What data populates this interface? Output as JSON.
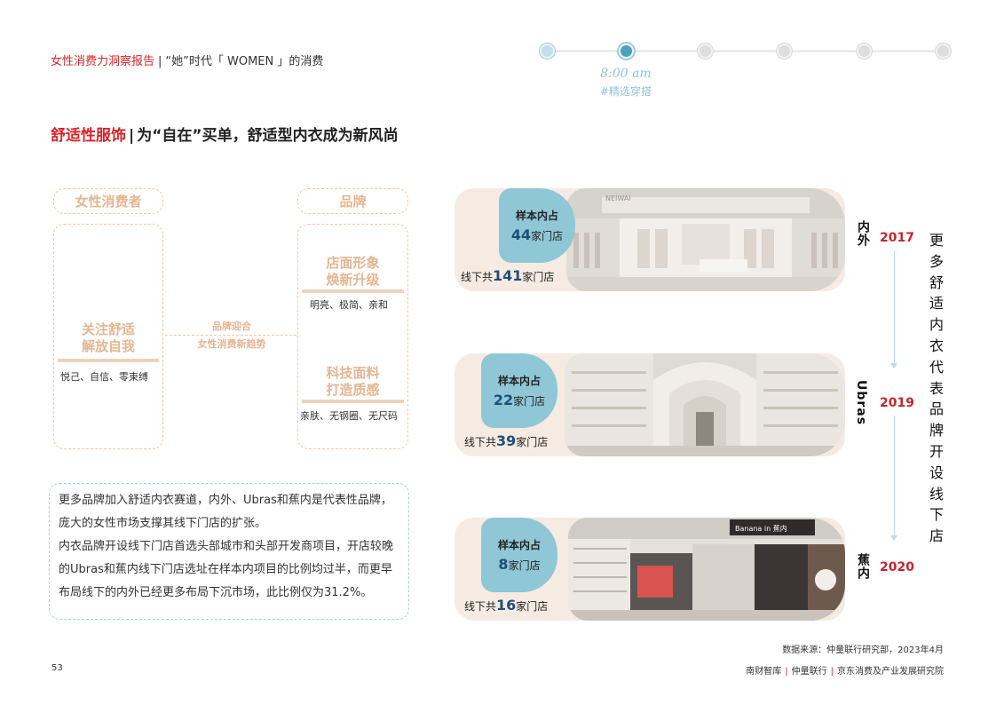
{
  "header": {
    "report": "女性消费力洞察报告",
    "separator": "|",
    "subtitle": "“她”时代「 WOMEN 」的消费"
  },
  "timeline": {
    "time": "8:00 am",
    "tag": "#精选穿搭"
  },
  "title": {
    "highlight": "舒适性服饰",
    "separator": "|",
    "text": "为“自在”买单，舒适型内衣成为新风尚"
  },
  "diagram": {
    "consumer_head": "女性消费者",
    "brand_head": "品牌",
    "consumer_main": [
      "关注舒适",
      "解放自我"
    ],
    "consumer_desc": "悦己、自信、零束缚",
    "middle": [
      "品牌迎合",
      "女性消费新趋势"
    ],
    "brand_item1": [
      "店面形象",
      "焕新升级"
    ],
    "brand_item1_desc": "明亮、极简、亲和",
    "brand_item2": [
      "科技面料",
      "打造质感"
    ],
    "brand_item2_desc": "亲肤、无钢圈、无尺码"
  },
  "summary": {
    "p1": "更多品牌加入舒适内衣赛道，内外、Ubras和蕉内是代表性品牌，庞大的女性市场支撑其线下门店的扩张。",
    "p2": "内衣品牌开设线下门店首选头部城市和头部开发商项目，开店较晚的Ubras和蕉内线下门店选址在样本内项目的比例均过半，而更早布局线下的内外已经更多布局下沉市场，此比例仅为31.2%。"
  },
  "brands": [
    {
      "name": "内外",
      "year": "2017",
      "sample_label": "样本内占",
      "sample_num": "44",
      "unit": "家门店",
      "offline_prefix": "线下共",
      "offline_num": "141",
      "store_sign": "NEIWAI"
    },
    {
      "name": "Ubras",
      "year": "2019",
      "sample_label": "样本内占",
      "sample_num": "22",
      "unit": "家门店",
      "offline_prefix": "线下共",
      "offline_num": "39"
    },
    {
      "name": "蕉内",
      "year": "2020",
      "sample_label": "样本内占",
      "sample_num": "8",
      "unit": "家门店",
      "offline_prefix": "线下共",
      "offline_num": "16",
      "store_sign": "Banana in 蕉内"
    }
  ],
  "side_text": "更多舒适内衣代表品牌开设线下店",
  "source": "数据来源：仲量联行研究部，2023年4月",
  "footer": [
    "南财智库",
    "仲量联行",
    "京东消费及产业发展研究院"
  ],
  "page_number": "53",
  "colors": {
    "accent_red": "#d8232a",
    "peach": "#e5b591",
    "teal": "#8fc7d6",
    "navy": "#1f4e79",
    "card_bg": "#f5ebe2"
  }
}
